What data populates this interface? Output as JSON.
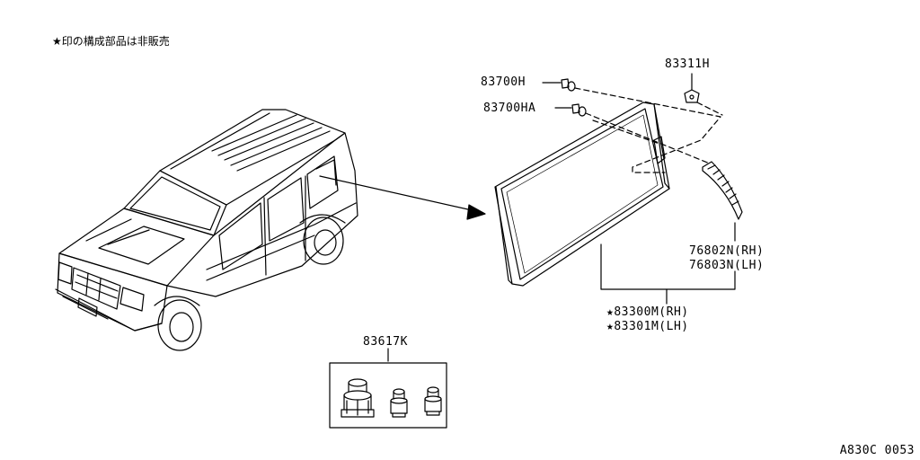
{
  "note": "★印の構成部品は非販売",
  "diagram_code": "A830C 0053",
  "parts": {
    "p83700h": "83700H",
    "p83700ha": "83700HA",
    "p83311h": "83311H",
    "p76802n": "76802N(RH)",
    "p76803n": "76803N(LH)",
    "p83300m": "★83300M(RH)",
    "p83301m": "★83301M(LH)",
    "p83617k": "83617K"
  }
}
